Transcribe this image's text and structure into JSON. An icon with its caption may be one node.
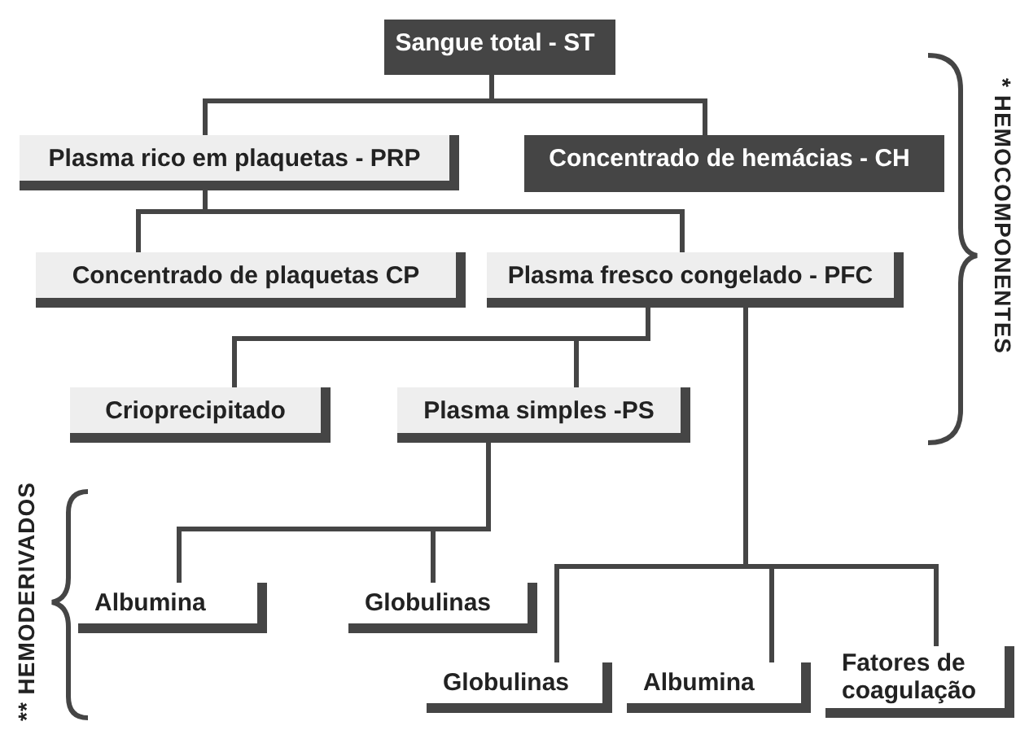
{
  "diagram": {
    "nodes": [
      {
        "text": [
          "Sangue total - ST"
        ]
      },
      {
        "text": [
          "Plasma rico em plaquetas - PRP"
        ]
      },
      {
        "text": [
          "Concentrado de hemácias - CH"
        ]
      },
      {
        "text": [
          "Concentrado de plaquetas  CP"
        ]
      },
      {
        "text": [
          "Plasma fresco congelado - PFC"
        ]
      },
      {
        "text": [
          "Crioprecipitado"
        ]
      },
      {
        "text": [
          "Plasma simples -PS"
        ]
      },
      {
        "text": [
          "Albumina"
        ]
      },
      {
        "text": [
          "Globulinas"
        ]
      },
      {
        "text": [
          "Globulinas"
        ]
      },
      {
        "text": [
          "Albumina"
        ]
      },
      {
        "text": [
          "Fatores de coagulação"
        ]
      }
    ],
    "edges": [
      {
        "from": 0,
        "to": 1,
        "arrow": "none"
      },
      {
        "from": 0,
        "to": 2,
        "arrow": "none"
      },
      {
        "from": 1,
        "to": 3,
        "arrow": "none"
      },
      {
        "from": 1,
        "to": 4,
        "arrow": "none"
      },
      {
        "from": 4,
        "to": 5,
        "arrow": "none"
      },
      {
        "from": 4,
        "to": 6,
        "arrow": "none"
      },
      {
        "from": 6,
        "to": 7,
        "arrow": "none"
      },
      {
        "from": 6,
        "to": 8,
        "arrow": "none"
      },
      {
        "from": 4,
        "to": 9,
        "arrow": "none"
      },
      {
        "from": 4,
        "to": 10,
        "arrow": "none"
      },
      {
        "from": 4,
        "to": 11,
        "arrow": "none"
      }
    ],
    "labels": [
      "* HEMOCOMPONENTES",
      "** HEMODERIVADOS"
    ]
  }
}
